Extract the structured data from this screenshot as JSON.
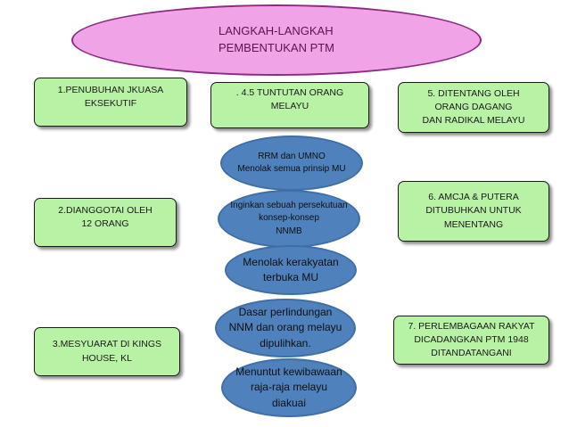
{
  "title": "LANGKAH-LANGKAH\nPEMBENTUKAN  PTM",
  "left_boxes": [
    "1.PENUBUHAN JKUASA\nEKSEKUTIF",
    "2.DIANGGOTAI OLEH\n12 ORANG",
    "3.MESYUARAT DI KINGS\nHOUSE, KL"
  ],
  "center_box": ". 4.5 TUNTUTAN ORANG\nMELAYU",
  "right_boxes": [
    "5. DITENTANG OLEH\nORANG DAGANG\nDAN RADIKAL MELAYU",
    "6. AMCJA & PUTERA\nDITUBUHKAN UNTUK\nMENENTANG",
    "7. PERLEMBAGAAN RAKYAT\nDICADANGKAN PTM 1948\nDITANDATANGANI"
  ],
  "ovals": [
    "RRM dan UMNO\nMenolak semua prinsip MU",
    "Inginkan sebuah persekutuan\nkonsep-konsep\nNNMB",
    "Menolak kerakyatan\nterbuka MU",
    "Dasar perlindungan\nNNM dan orang melayu\ndipulihkan.",
    "Menuntut kewibawaan\nraja-raja melayu\ndiakuai"
  ],
  "colors": {
    "title_fill": "#f0a3e6",
    "box_fill": "#b7f2a5",
    "oval_fill": "#4f81bd"
  }
}
